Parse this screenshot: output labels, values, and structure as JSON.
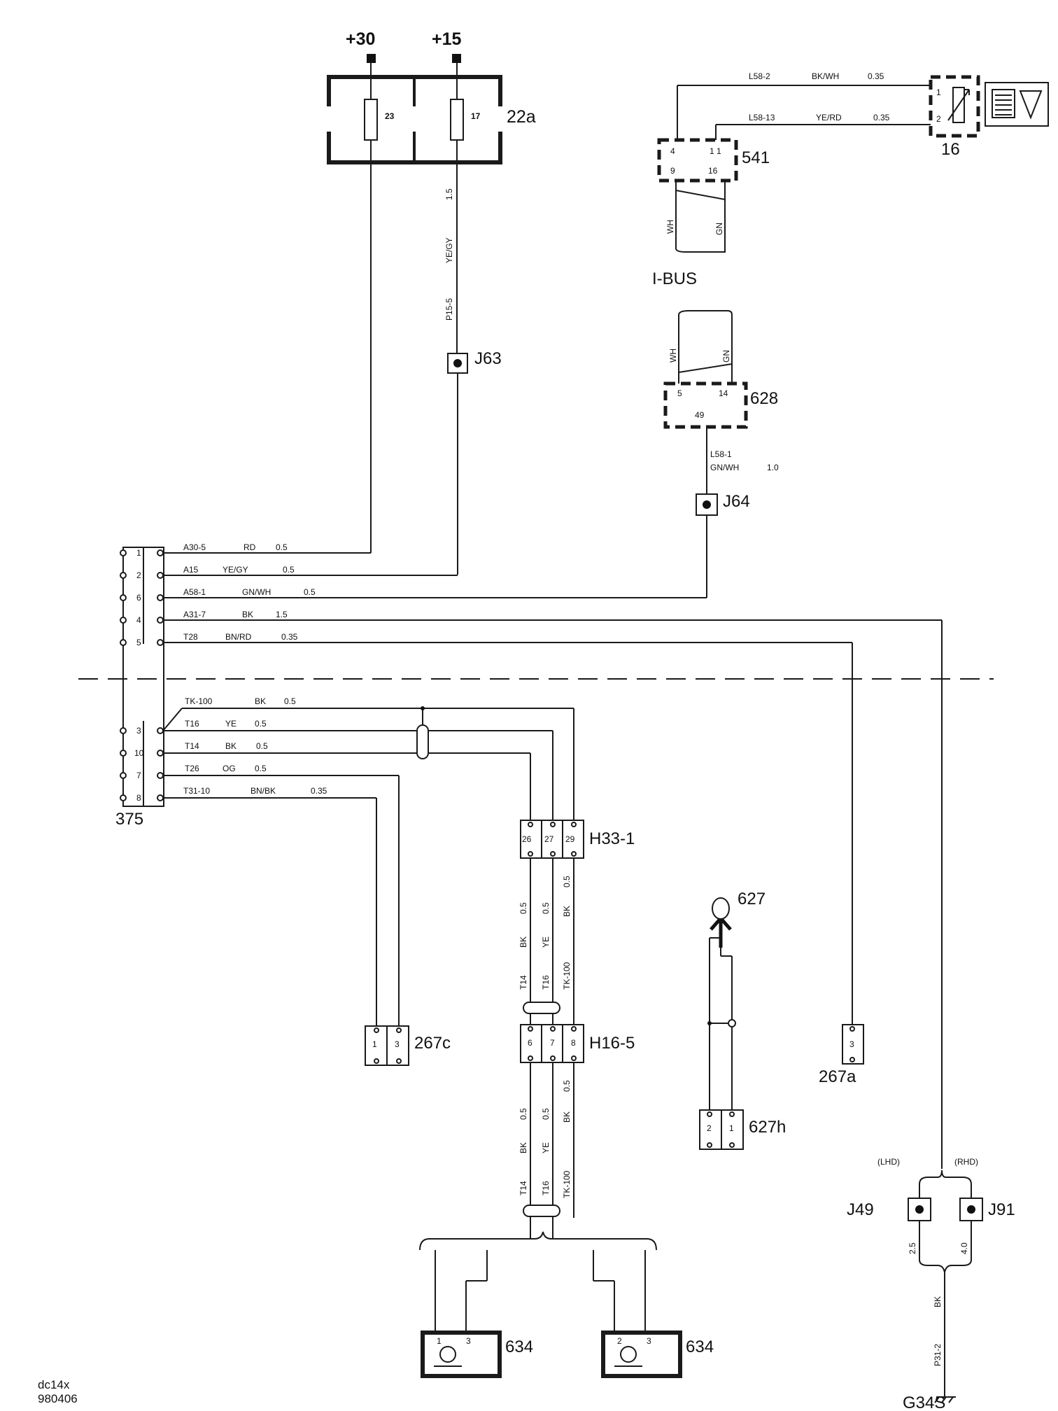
{
  "supply": {
    "terminal_30": "+30",
    "terminal_15": "+15"
  },
  "fuse_box": {
    "id": "22a",
    "fuse_a": "23",
    "fuse_b": "17"
  },
  "fuse17_wire": {
    "size": "1.5",
    "color": "YE/GY",
    "code": "P15-5"
  },
  "junctions": {
    "j63": "J63",
    "j64": "J64",
    "j49": "J49",
    "j91": "J91",
    "lhd": "(LHD)",
    "rhd": "(RHD)"
  },
  "sensor": {
    "id": "16",
    "pin1": "1",
    "pin2": "2",
    "wire1": {
      "code": "L58-2",
      "color": "BK/WH",
      "size": "0.35"
    },
    "wire2": {
      "code": "L58-13",
      "color": "YE/RD",
      "size": "0.35"
    }
  },
  "module_541": {
    "id": "541",
    "pins": [
      "4",
      "1 1",
      "9",
      "16"
    ]
  },
  "ibus": {
    "label": "I-BUS",
    "wh": "WH",
    "gn": "GN"
  },
  "module_628": {
    "id": "628",
    "pins": [
      "5",
      "14",
      "49"
    ],
    "out_wire": {
      "code": "L58-1",
      "color": "GN/WH",
      "size": "1.0"
    }
  },
  "connector_375": {
    "id": "375",
    "upper_rows": [
      {
        "pin": "1",
        "code": "A30-5",
        "color": "RD",
        "size": "0.5"
      },
      {
        "pin": "2",
        "code": "A15",
        "color": "YE/GY",
        "size": "0.5"
      },
      {
        "pin": "6",
        "code": "A58-1",
        "color": "GN/WH",
        "size": "0.5"
      },
      {
        "pin": "4",
        "code": "A31-7",
        "color": "BK",
        "size": "1.5"
      },
      {
        "pin": "5",
        "code": "T28",
        "color": "BN/RD",
        "size": "0.35"
      }
    ],
    "lower_rows": [
      {
        "pin": "",
        "code": "TK-100",
        "color": "BK",
        "size": "0.5"
      },
      {
        "pin": "3",
        "code": "T16",
        "color": "YE",
        "size": "0.5"
      },
      {
        "pin": "10",
        "code": "T14",
        "color": "BK",
        "size": "0.5"
      },
      {
        "pin": "7",
        "code": "T26",
        "color": "OG",
        "size": "0.5"
      },
      {
        "pin": "8",
        "code": "T31-10",
        "color": "BN/BK",
        "size": "0.35"
      }
    ]
  },
  "h33": {
    "id": "H33-1",
    "pins": [
      "26",
      "27",
      "29"
    ]
  },
  "h16": {
    "id": "H16-5",
    "pins": [
      "6",
      "7",
      "8"
    ]
  },
  "bundle_labels": {
    "size_a": "0.5",
    "size_b": "0.5",
    "size_c": "0.5",
    "color_a": "BK",
    "color_b": "YE",
    "color_c": "BK",
    "code_a": "T14",
    "code_b": "T16",
    "code_c": "TK-100"
  },
  "c267c": {
    "id": "267c",
    "pins": [
      "1",
      "3"
    ]
  },
  "c267a": {
    "id": "267a",
    "pins": [
      "3"
    ]
  },
  "antenna": {
    "id": "627"
  },
  "c627h": {
    "id": "627h",
    "pins": [
      "2",
      "1"
    ]
  },
  "ground": {
    "size_lhd": "2.5",
    "size_rhd": "4.0",
    "color": "BK",
    "code": "P31-2",
    "id": "G34S"
  },
  "speakers": {
    "left_id": "634",
    "right_id": "634",
    "left_pins": [
      "1",
      "3"
    ],
    "right_pins": [
      "2",
      "3"
    ]
  },
  "footer": {
    "line1": "dc14x",
    "line2": "980406"
  }
}
